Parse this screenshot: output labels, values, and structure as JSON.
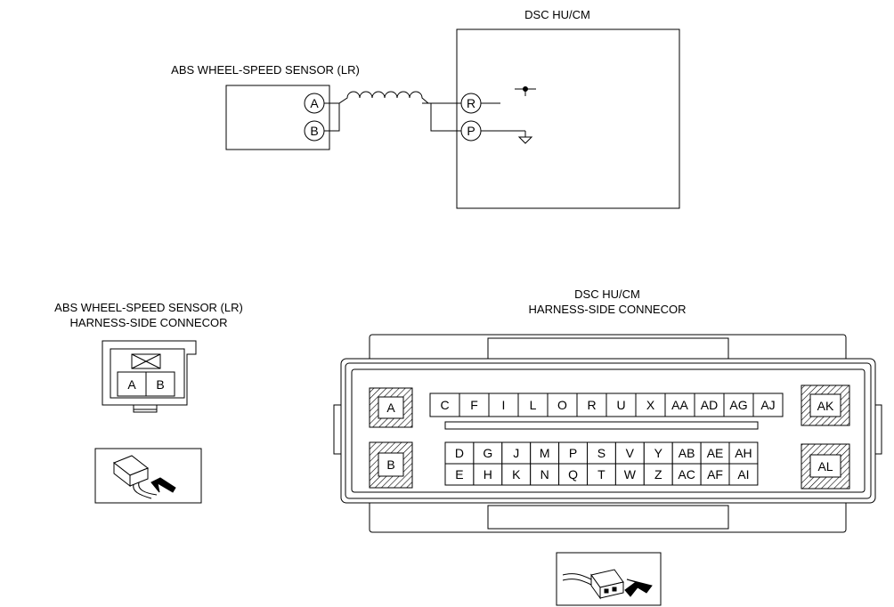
{
  "schematic": {
    "sensor_title": "ABS WHEEL-SPEED SENSOR (LR)",
    "sensor_pins": [
      "A",
      "B"
    ],
    "module_title": "DSC HU/CM",
    "module_pins": [
      "R",
      "P"
    ]
  },
  "sensor_connector": {
    "title_line1": "ABS WHEEL-SPEED SENSOR (LR)",
    "title_line2": "HARNESS-SIDE CONNECOR",
    "terminals": [
      "A",
      "B"
    ]
  },
  "module_connector": {
    "title_line1": "DSC HU/CM",
    "title_line2": "HARNESS-SIDE CONNECOR",
    "corner_terminals": [
      "A",
      "B",
      "AK",
      "AL"
    ],
    "row_top": [
      "C",
      "F",
      "I",
      "L",
      "O",
      "R",
      "U",
      "X",
      "AA",
      "AD",
      "AG",
      "AJ"
    ],
    "row_mid": [
      "D",
      "G",
      "J",
      "M",
      "P",
      "S",
      "V",
      "Y",
      "AB",
      "AE",
      "AH"
    ],
    "row_bot": [
      "E",
      "H",
      "K",
      "N",
      "Q",
      "T",
      "W",
      "Z",
      "AC",
      "AF",
      "AI"
    ]
  }
}
